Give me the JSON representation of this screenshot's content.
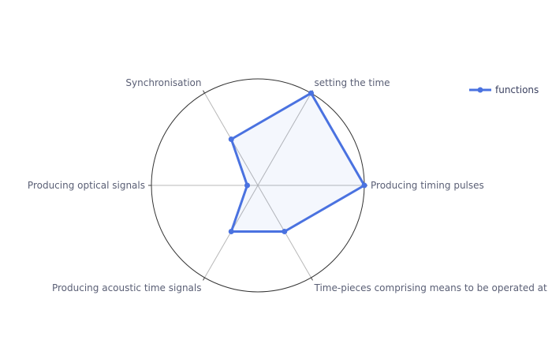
{
  "chart_data": {
    "type": "radar",
    "axes": [
      "Producing timing pulses",
      "setting the time",
      "Synchronisation",
      "Producing optical signals",
      "Producing acoustic time signals",
      "Time-pieces comprising means to be operated at"
    ],
    "series": [
      {
        "name": "functions",
        "values": [
          1.0,
          1.0,
          0.5,
          0.1,
          0.5,
          0.5
        ],
        "color": "#4a72e0"
      }
    ],
    "range": [
      0,
      1
    ],
    "grid": false,
    "legend_position": "top-right"
  }
}
